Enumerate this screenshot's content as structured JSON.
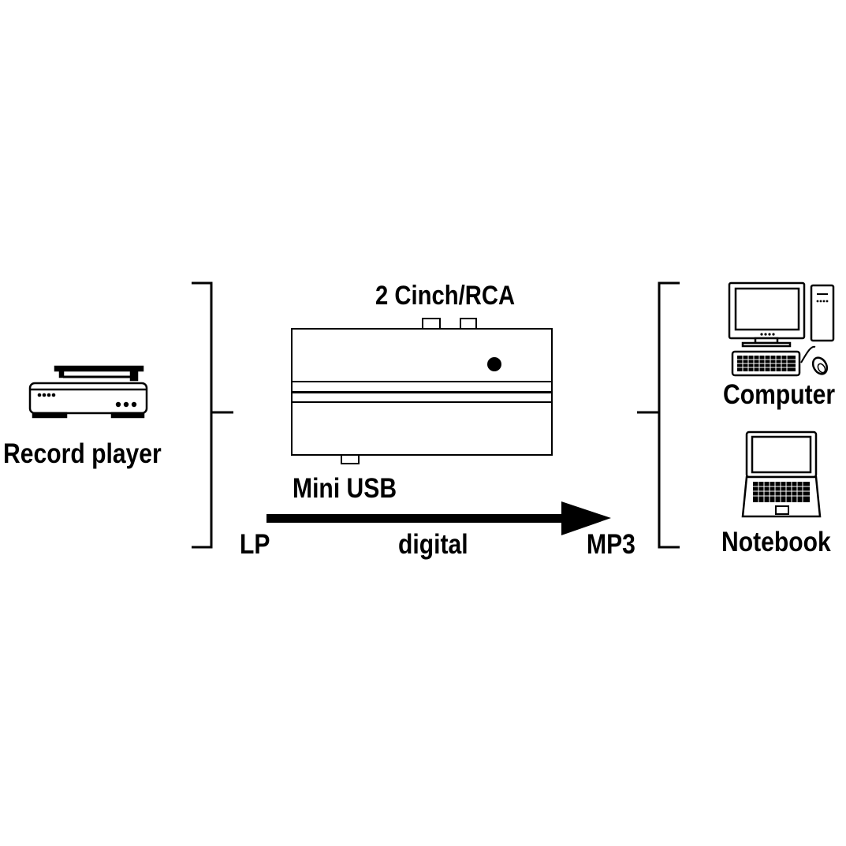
{
  "labels": {
    "record_player": "Record player",
    "computer": "Computer",
    "notebook": "Notebook",
    "cinch": "2 Cinch/RCA",
    "mini_usb": "Mini USB",
    "source": "LP",
    "process": "digital",
    "target": "MP3"
  },
  "icons": {
    "record_player": "turntable-icon",
    "computer": "desktop-computer-icon",
    "notebook": "laptop-icon",
    "device": "usb-audio-converter-icon"
  },
  "colors": {
    "ink": "#000000",
    "background": "#ffffff"
  }
}
